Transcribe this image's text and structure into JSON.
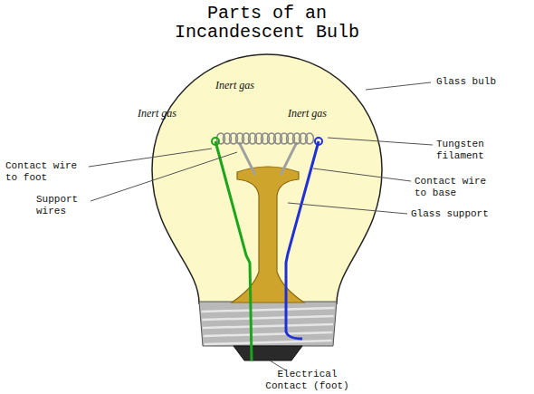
{
  "diagram": {
    "title": "Parts of an Incandescent Bulb",
    "labels": [
      "Inert gas",
      "Inert gas",
      "Inert gas",
      "Glass bulb",
      "Tungsten filament",
      "Contact wire to foot",
      "Contact wire to base",
      "Support wires",
      "Glass support",
      "Electrical Contact (foot)"
    ]
  }
}
